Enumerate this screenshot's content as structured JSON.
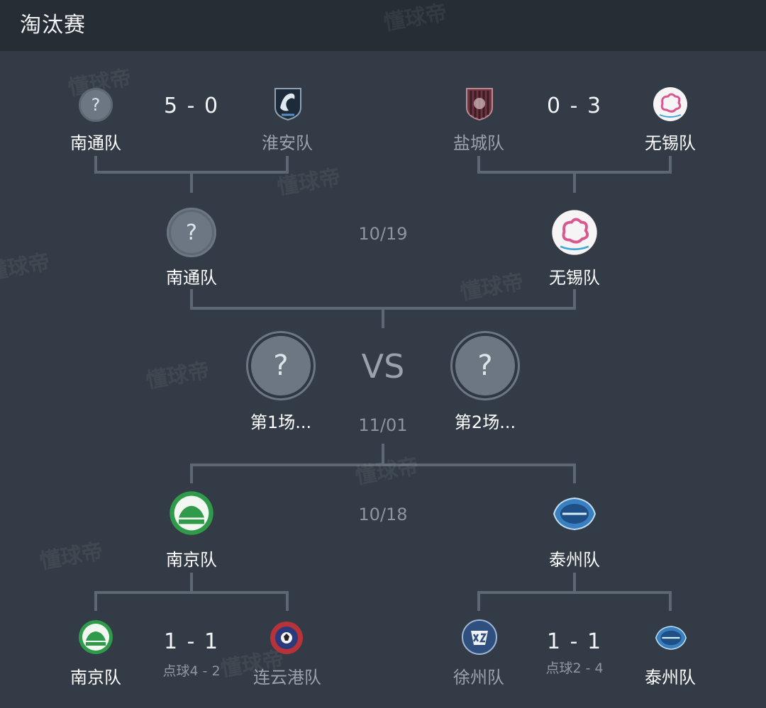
{
  "header": {
    "title": "淘汰赛"
  },
  "watermark": "懂球帝",
  "placeholder_glyph": "?",
  "quarter_top_left": {
    "home": "南通队",
    "away": "淮安队",
    "score": "5 - 0"
  },
  "quarter_top_right": {
    "home": "盐城队",
    "away": "无锡队",
    "score": "0 - 3"
  },
  "semi_top": {
    "home": "南通队",
    "away": "无锡队",
    "date": "10/19"
  },
  "final": {
    "slot1": "第1场...",
    "slot2": "第2场...",
    "vs": "VS",
    "date": "11/01"
  },
  "semi_bottom": {
    "home": "南京队",
    "away": "泰州队",
    "date": "10/18"
  },
  "quarter_bottom_left": {
    "home": "南京队",
    "away": "连云港队",
    "score": "1 - 1",
    "penalty": "点球4 - 2"
  },
  "quarter_bottom_right": {
    "home": "徐州队",
    "away": "泰州队",
    "score": "1 - 1",
    "penalty": "点球2 - 4"
  },
  "colors": {
    "header_bg": "#262d35",
    "stage_bg": "#333c46",
    "line": "#5d6874",
    "text_dim": "#9aa3ad",
    "placeholder": "#6d7783"
  },
  "icons": [
    "question-mark-placeholder-icon",
    "huaian-dragon-logo",
    "yancheng-shield-logo",
    "wuxi-cloud-logo",
    "nanjing-green-logo",
    "lianyungang-ball-logo",
    "xuzhou-shield-logo",
    "taizhou-blue-logo"
  ]
}
